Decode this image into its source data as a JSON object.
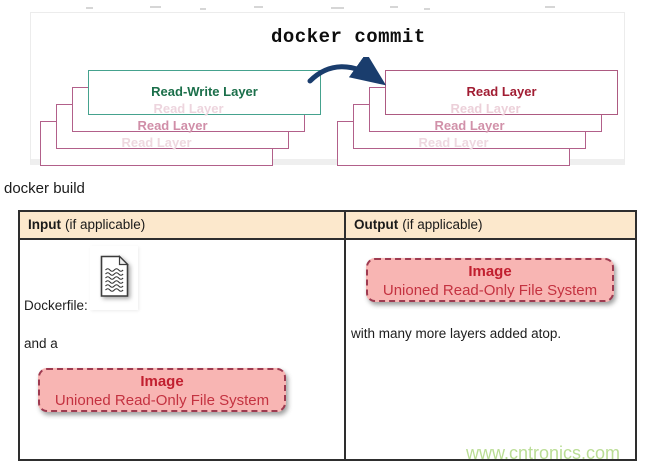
{
  "commit_diagram": {
    "title": "docker commit",
    "left_stack": {
      "labels": [
        "Read-Write Layer",
        "Read Layer",
        "Read Layer",
        "Read Layer"
      ]
    },
    "right_stack": {
      "labels": [
        "Read Layer",
        "Read Layer",
        "Read Layer",
        "Read Layer"
      ]
    }
  },
  "build_section": {
    "heading": "docker build",
    "table": {
      "input_header": {
        "bold": "Input",
        "rest": "(if applicable)"
      },
      "output_header": {
        "bold": "Output",
        "rest": "(if applicable)"
      },
      "input_cell": {
        "dockerfile_label": "Dockerfile:",
        "conjunction": "and a",
        "image_box": {
          "title": "Image",
          "subtitle": "Unioned Read-Only File System"
        }
      },
      "output_cell": {
        "image_box": {
          "title": "Image",
          "subtitle": "Unioned Read-Only File System"
        },
        "note": "with many more layers added atop."
      }
    }
  },
  "watermark": "www.cntronics.com",
  "icons": {
    "dockerfile": "document-icon",
    "commit_arrow": "curved-right-arrow-icon"
  },
  "colors": {
    "teal_border": "#45a28e",
    "green_text": "#1b6f4a",
    "pink_border": "#b2608a",
    "crimson_text": "#a11d33",
    "arrow_navy": "#1a3d6d",
    "header_bg": "#fce8cc",
    "image_box_fill": "#f8b5b3",
    "image_box_border": "#9e3a50",
    "image_box_text": "#c11f2f",
    "watermark_green": "#b7dc90"
  }
}
